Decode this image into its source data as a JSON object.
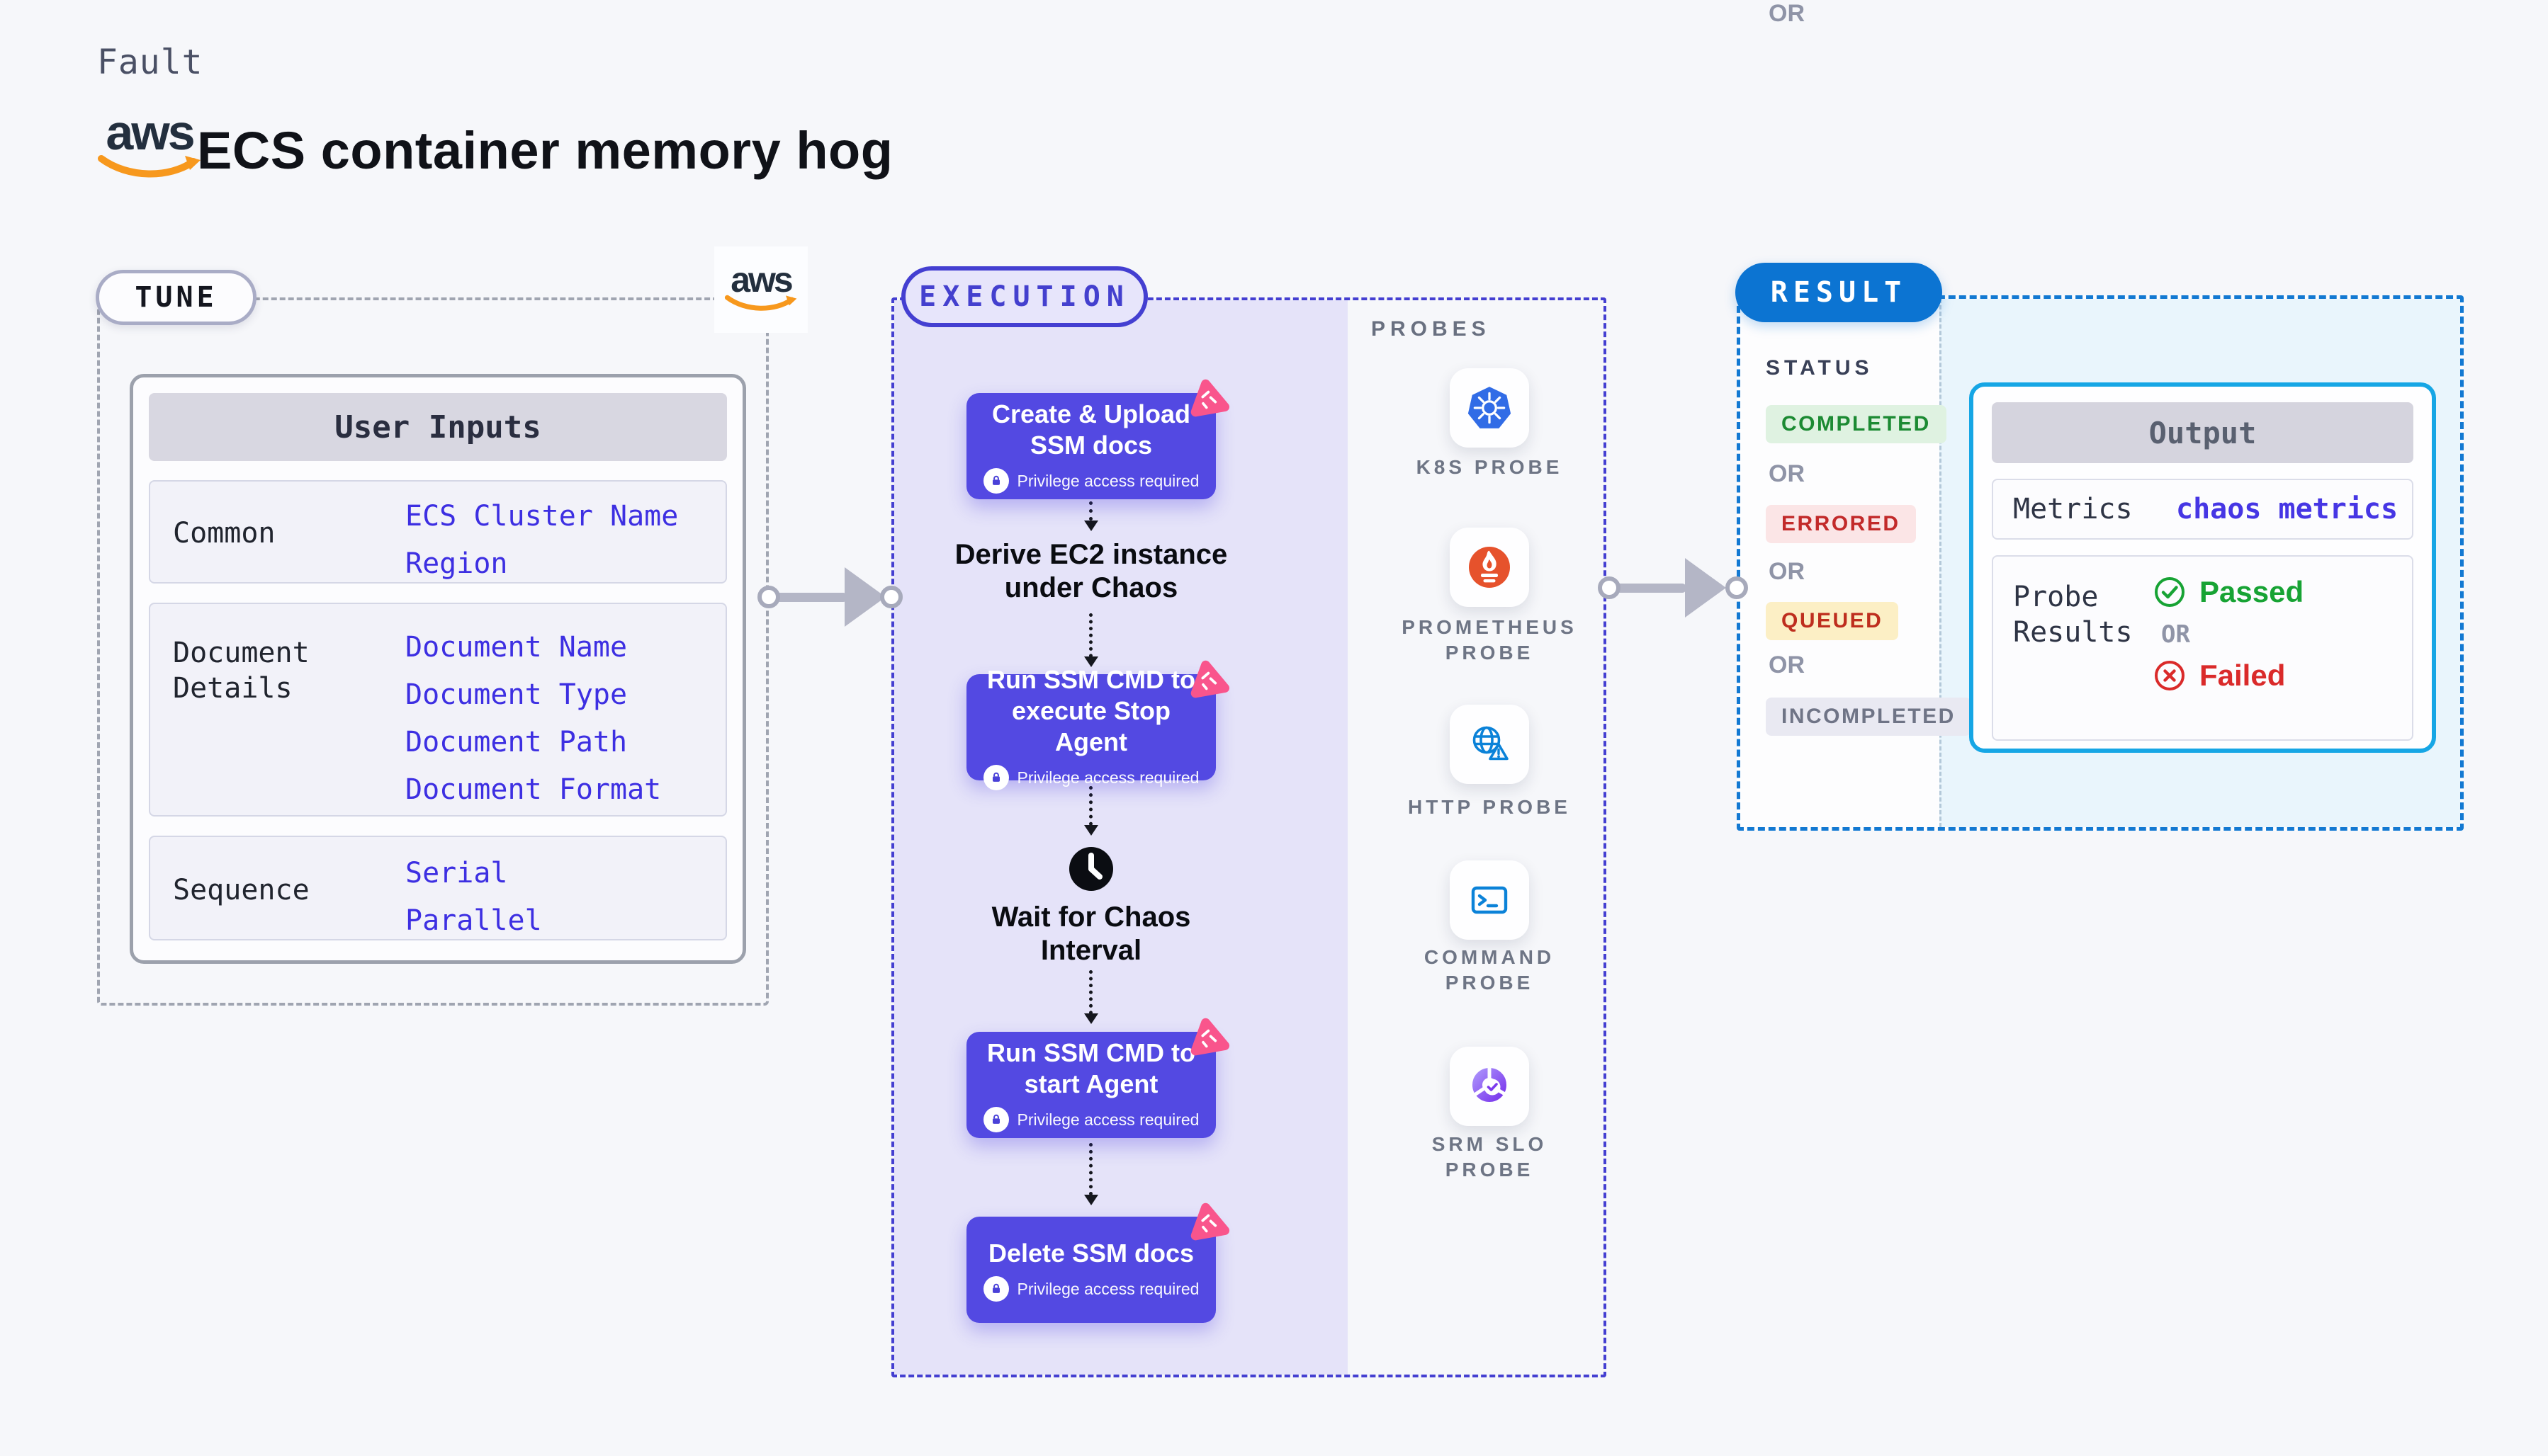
{
  "header": {
    "eyebrow": "Fault",
    "title": "ECS container memory hog",
    "aws_logo_text": "aws"
  },
  "tune": {
    "badge": "TUNE",
    "user_inputs": {
      "header": "User Inputs",
      "rows": [
        {
          "label": "Common",
          "values": [
            "ECS Cluster Name",
            "Region"
          ]
        },
        {
          "label": "Document Details",
          "values": [
            "Document Name",
            "Document Type",
            "Document Path",
            "Document Format"
          ]
        },
        {
          "label": "Sequence",
          "values": [
            "Serial",
            "Parallel"
          ]
        }
      ]
    }
  },
  "execution": {
    "badge": "EXECUTION",
    "privilege_note": "Privilege access required",
    "steps": [
      {
        "title": "Create & Upload SSM docs"
      },
      {
        "title": "Run SSM CMD to execute Stop Agent"
      },
      {
        "title": "Run SSM CMD to start Agent"
      },
      {
        "title": "Delete SSM docs"
      }
    ],
    "derive_label": "Derive EC2 instance under Chaos",
    "wait_label": "Wait for Chaos Interval"
  },
  "probes": {
    "label": "PROBES",
    "items": [
      {
        "name": "K8S PROBE",
        "icon": "kubernetes-icon"
      },
      {
        "name": "PROMETHEUS PROBE",
        "icon": "prometheus-icon"
      },
      {
        "name": "HTTP PROBE",
        "icon": "http-globe-icon"
      },
      {
        "name": "COMMAND PROBE",
        "icon": "command-terminal-icon"
      },
      {
        "name": "SRM SLO PROBE",
        "icon": "srm-slo-gauge-icon"
      }
    ]
  },
  "result": {
    "badge": "RESULT",
    "status_label": "STATUS",
    "or_label": "OR",
    "statuses": [
      {
        "label": "COMPLETED",
        "fg": "#1C8A33",
        "bg": "#DFF2E1"
      },
      {
        "label": "ERRORED",
        "fg": "#C22A2A",
        "bg": "#FBE5E6"
      },
      {
        "label": "QUEUED",
        "fg": "#BE2E1E",
        "bg": "#FCEFC5"
      },
      {
        "label": "INCOMPLETED",
        "fg": "#6F7486",
        "bg": "#E9E9F2"
      }
    ],
    "output": {
      "header": "Output",
      "metrics_label": "Metrics",
      "metrics_value": "chaos metrics",
      "probe_results_label": "Probe Results",
      "passed_label": "Passed",
      "or_label": "OR",
      "failed_label": "Failed"
    }
  },
  "colors": {
    "page_bg": "#F6F7FA",
    "step_indigo": "#5349E2",
    "execution_border": "#443FD1",
    "execution_bg": "#E5E3F9",
    "value_link_blue": "#3D2FE2",
    "result_blue": "#0C74D2",
    "result_bg": "#E9F5FC",
    "output_border": "#16A6E5",
    "passed_green": "#17A334",
    "failed_red": "#DA2A2A",
    "chaos_pink": "#F9558C",
    "aws_orange": "#F7981D",
    "arrow_gray": "#B4B6C6"
  }
}
